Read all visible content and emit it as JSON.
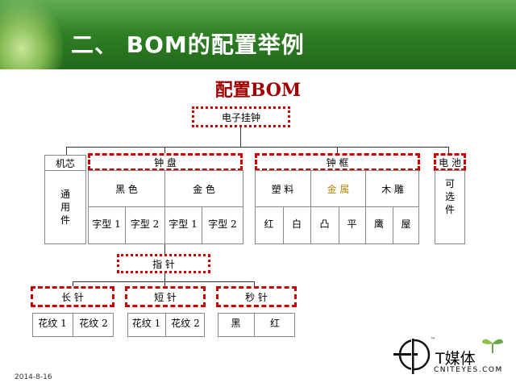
{
  "header": {
    "title": "二、  BOM的配置举例"
  },
  "diagram": {
    "title": "配置BOM",
    "root": "电子挂钟",
    "movement": {
      "label": "机芯",
      "detail": "通用件"
    },
    "dial": {
      "label": "钟  盘",
      "groups": [
        {
          "label": "黑  色",
          "items": [
            "字型 1",
            "字型 2"
          ]
        },
        {
          "label": "金  色",
          "items": [
            "字型 1",
            "字型 2"
          ]
        }
      ]
    },
    "frame": {
      "label": "钟  框",
      "groups": [
        {
          "label": "塑 料",
          "items": [
            "红",
            "白"
          ]
        },
        {
          "label": "金 属",
          "items": [
            "凸",
            "平"
          ]
        },
        {
          "label": "木 雕",
          "items": [
            "鹰",
            "屋"
          ]
        }
      ]
    },
    "battery": {
      "label": "电 池",
      "detail": "可选件"
    },
    "hands": {
      "label": "指  针",
      "groups": [
        {
          "label": "长  针",
          "items": [
            "花纹 1",
            "花纹 2"
          ]
        },
        {
          "label": "短  针",
          "items": [
            "花纹 1",
            "花纹 2"
          ]
        },
        {
          "label": "秒  针",
          "items": [
            "黑",
            "红"
          ]
        }
      ]
    }
  },
  "footer": {
    "date": "2014-8-16",
    "logo_text": "T媒体",
    "logo_sub": "CNITEYES.COM",
    "tm": "™"
  },
  "colors": {
    "header_green": "#2d7d23",
    "accent_red": "#cc0000",
    "title_red": "#a00000",
    "metal_gold": "#b8860b"
  }
}
